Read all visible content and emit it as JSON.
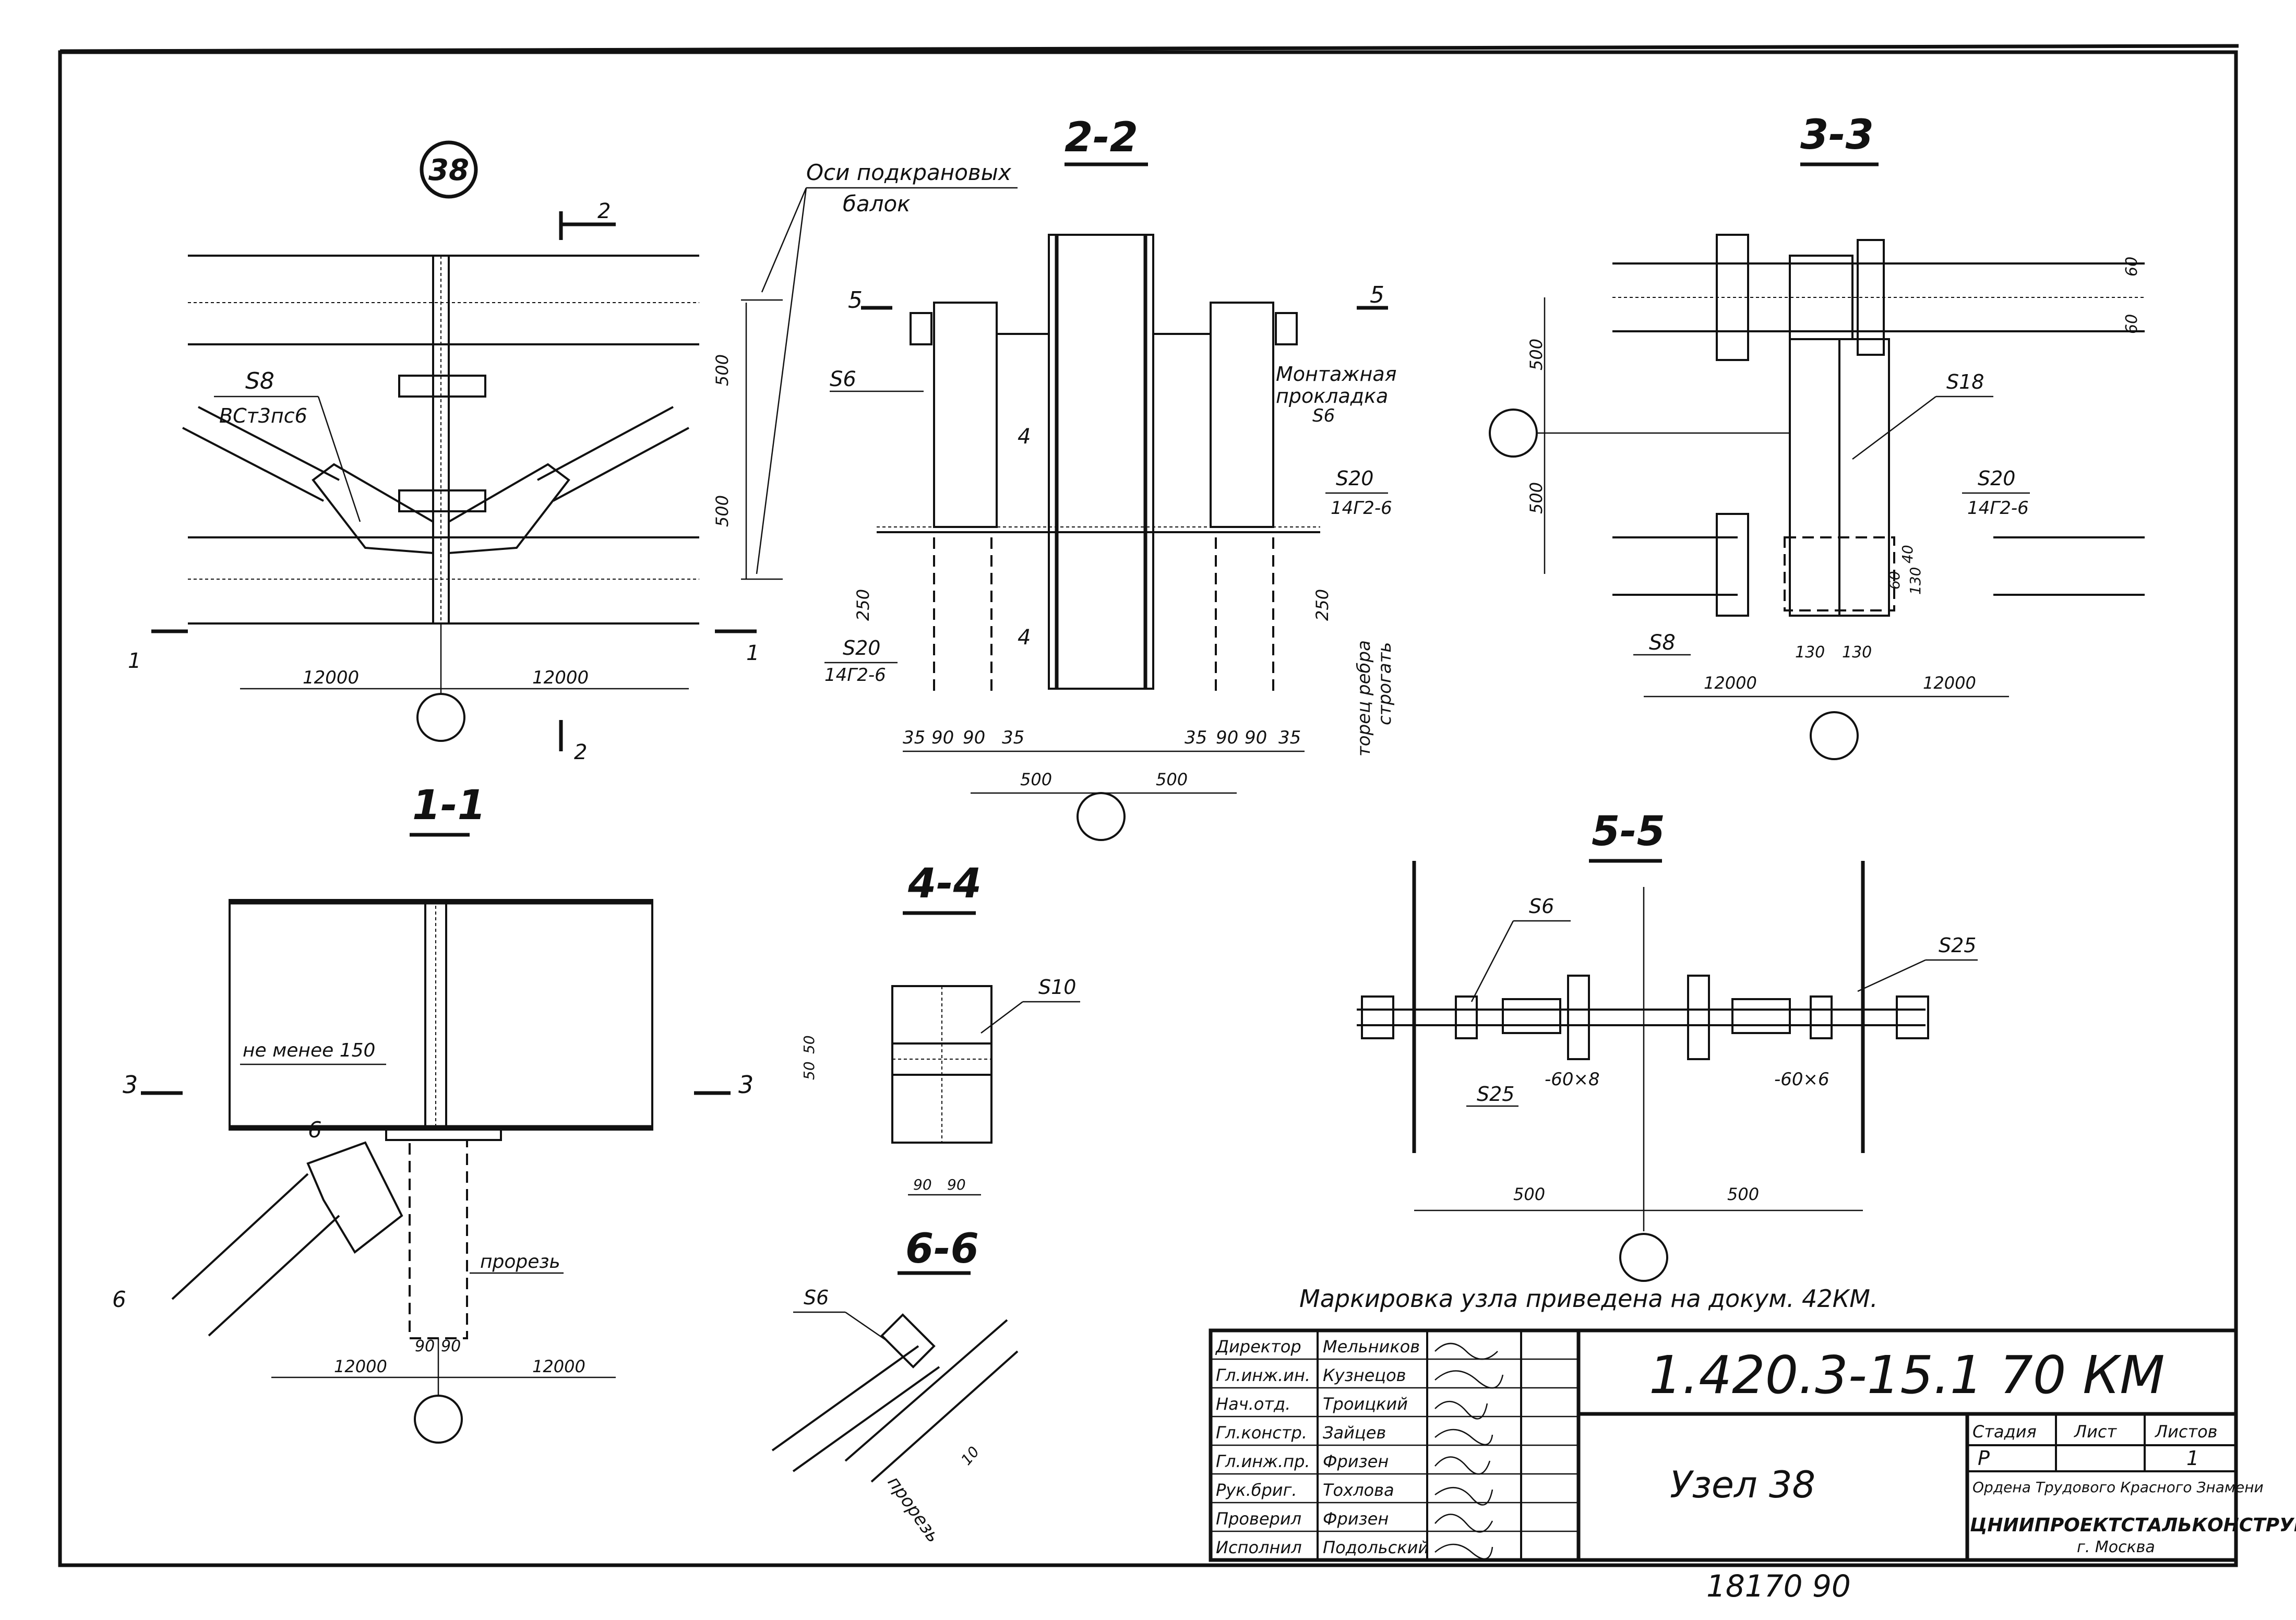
{
  "node_badge": "38",
  "section_titles": {
    "s22": "2-2",
    "s33": "3-3",
    "s11": "1-1",
    "s44": "4-4",
    "s55": "5-5",
    "s66": "6-6"
  },
  "labels": {
    "axes_note_1": "Оси подкрановых",
    "axes_note_2": "балок",
    "steel_mark": "S8",
    "steel_grade": "ВСт3пс6",
    "s6": "S6",
    "s8": "S8",
    "s10": "S10",
    "s18": "S18",
    "s20": "S20",
    "s25": "S25",
    "el_grade": "14Г2-6",
    "montage_1": "Монтажная",
    "montage_2": "прокладка",
    "montage_3": "S6",
    "rib_end_1": "торец ребра",
    "rib_end_2": "строгать",
    "not_less": "не менее 150",
    "slot": "прорезь",
    "plate_1": "-60×8",
    "plate_2": "-60×6",
    "sect_2": "2",
    "sect_1": "1",
    "sect_3": "3",
    "sect_4": "4",
    "sect_5": "5",
    "sect_6": "6"
  },
  "dims": {
    "span": "12000",
    "d500": "500",
    "d250": "250",
    "d35": "35",
    "d90": "90",
    "d130": "130",
    "d60": "60",
    "d40": "40",
    "d50": "50",
    "d10": "10",
    "d8": "8"
  },
  "note": "Маркировка узла приведена на докум. 42КМ.",
  "title_block": {
    "doc_code": "1.420.3-15.1  70 КМ",
    "node_title": "Узел 38",
    "stage_header": "Стадия",
    "sheet_header": "Лист",
    "sheets_header": "Листов",
    "stage": "Р",
    "sheets": "1",
    "org_1": "Ордена Трудового Красного Знамени",
    "org_2": "ЦНИИПРОЕКТСТАЛЬКОНСТРУКЦИЯ",
    "org_3": "г. Москва",
    "rows": [
      {
        "role": "Директор",
        "name": "Мельников"
      },
      {
        "role": "Гл.инж.ин.",
        "name": "Кузнецов"
      },
      {
        "role": "Нач.отд.",
        "name": "Троицкий"
      },
      {
        "role": "Гл.констр.",
        "name": "Зайцев"
      },
      {
        "role": "Гл.инж.пр.",
        "name": "Фризен"
      },
      {
        "role": "Рук.бриг.",
        "name": "Тохлова"
      },
      {
        "role": "Проверил",
        "name": "Фризен"
      },
      {
        "role": "Исполнил",
        "name": "Подольский"
      }
    ]
  },
  "archive_number": "18170  90"
}
